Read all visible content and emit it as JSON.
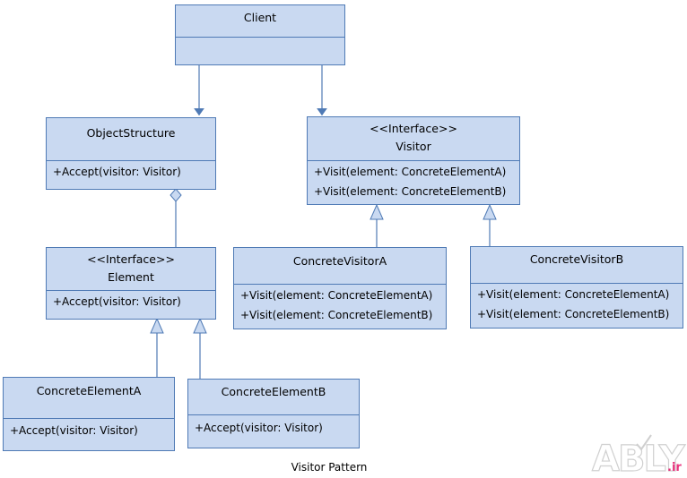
{
  "classes": {
    "client": {
      "name": "Client",
      "stereotype": "",
      "members": []
    },
    "object_structure": {
      "name": "ObjectStructure",
      "stereotype": "",
      "members": [
        "+Accept(visitor: Visitor)"
      ]
    },
    "visitor": {
      "name": "Visitor",
      "stereotype": "<<Interface>>",
      "members": [
        "+Visit(element: ConcreteElementA)",
        "+Visit(element: ConcreteElementB)"
      ]
    },
    "element": {
      "name": "Element",
      "stereotype": "<<Interface>>",
      "members": [
        "+Accept(visitor: Visitor)"
      ]
    },
    "concrete_visitor_a": {
      "name": "ConcreteVisitorA",
      "stereotype": "",
      "members": [
        "+Visit(element: ConcreteElementA)",
        "+Visit(element: ConcreteElementB)"
      ]
    },
    "concrete_visitor_b": {
      "name": "ConcreteVisitorB",
      "stereotype": "",
      "members": [
        "+Visit(element: ConcreteElementA)",
        "+Visit(element: ConcreteElementB)"
      ]
    },
    "concrete_element_a": {
      "name": "ConcreteElementA",
      "stereotype": "",
      "members": [
        "+Accept(visitor: Visitor)"
      ]
    },
    "concrete_element_b": {
      "name": "ConcreteElementB",
      "stereotype": "",
      "members": [
        "+Accept(visitor: Visitor)"
      ]
    }
  },
  "caption": "Visitor Pattern",
  "watermark": {
    "main": "ABLY",
    "suffix": ".ir"
  },
  "colors": {
    "box_fill": "#c9d9f1",
    "box_border": "#4f7ab5",
    "line": "#4f7ab5",
    "logo_red": "#e8327c"
  }
}
